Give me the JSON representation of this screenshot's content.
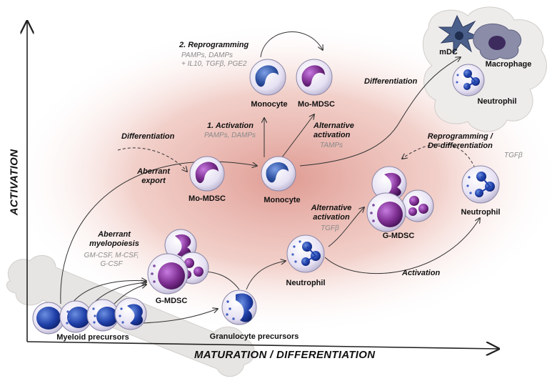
{
  "axes": {
    "y_label": "ACTIVATION",
    "x_label": "MATURATION / DIFFERENTIATION"
  },
  "cells": {
    "myeloid_precursors": "Myeloid precursors",
    "granulocyte_precursors": "Granulocyte precursors",
    "g_mdsc_bottom": "G-MDSC",
    "neutrophil_center": "Neutrophil",
    "g_mdsc_right": "G-MDSC",
    "neutrophil_right": "Neutrophil",
    "mo_mdsc_mid": "Mo-MDSC",
    "monocyte_mid": "Monocyte",
    "monocyte_top": "Monocyte",
    "mo_mdsc_top": "Mo-MDSC",
    "mdc": "mDC",
    "macrophage": "Macrophage",
    "neutrophil_tissue": "Neutrophil"
  },
  "processes": {
    "aberrant_myelopoiesis": {
      "title": "Aberrant\nmyelopoiesis",
      "factors": "GM-CSF, M-CSF,\nG-CSF"
    },
    "aberrant_export": {
      "title": "Aberrant\nexport"
    },
    "differentiation_left": {
      "title": "Differentiation"
    },
    "activation_1": {
      "title": "1. Activation",
      "factors": "PAMPs, DAMPs"
    },
    "reprogramming_2": {
      "title": "2. Reprogramming",
      "factors": "PAMPs, DAMPs\n+ IL10, TGFβ, PGE2"
    },
    "alt_activation_mono": {
      "title": "Alternative\nactivation",
      "factors": "TAMPs"
    },
    "differentiation_right": {
      "title": "Differentiation"
    },
    "alt_activation_neutro": {
      "title": "Alternative\nactivation",
      "factors": "TGFβ"
    },
    "reprogramming_dediff": {
      "title": "Reprogramming /\nDe-differentiation",
      "factors": "TGFβ"
    },
    "activation_right": {
      "title": "Activation"
    }
  },
  "colors": {
    "gradient_center": "#d98a80",
    "gradient_edge": "#ffffff",
    "monocyte_nucleus": "#2b4f9e",
    "mdsc_nucleus": "#7b2d8e",
    "neutrophil_nucleus": "#2c3f9a",
    "cell_body": "#ece8f6",
    "bone_marrow": "#e8e6e4"
  }
}
